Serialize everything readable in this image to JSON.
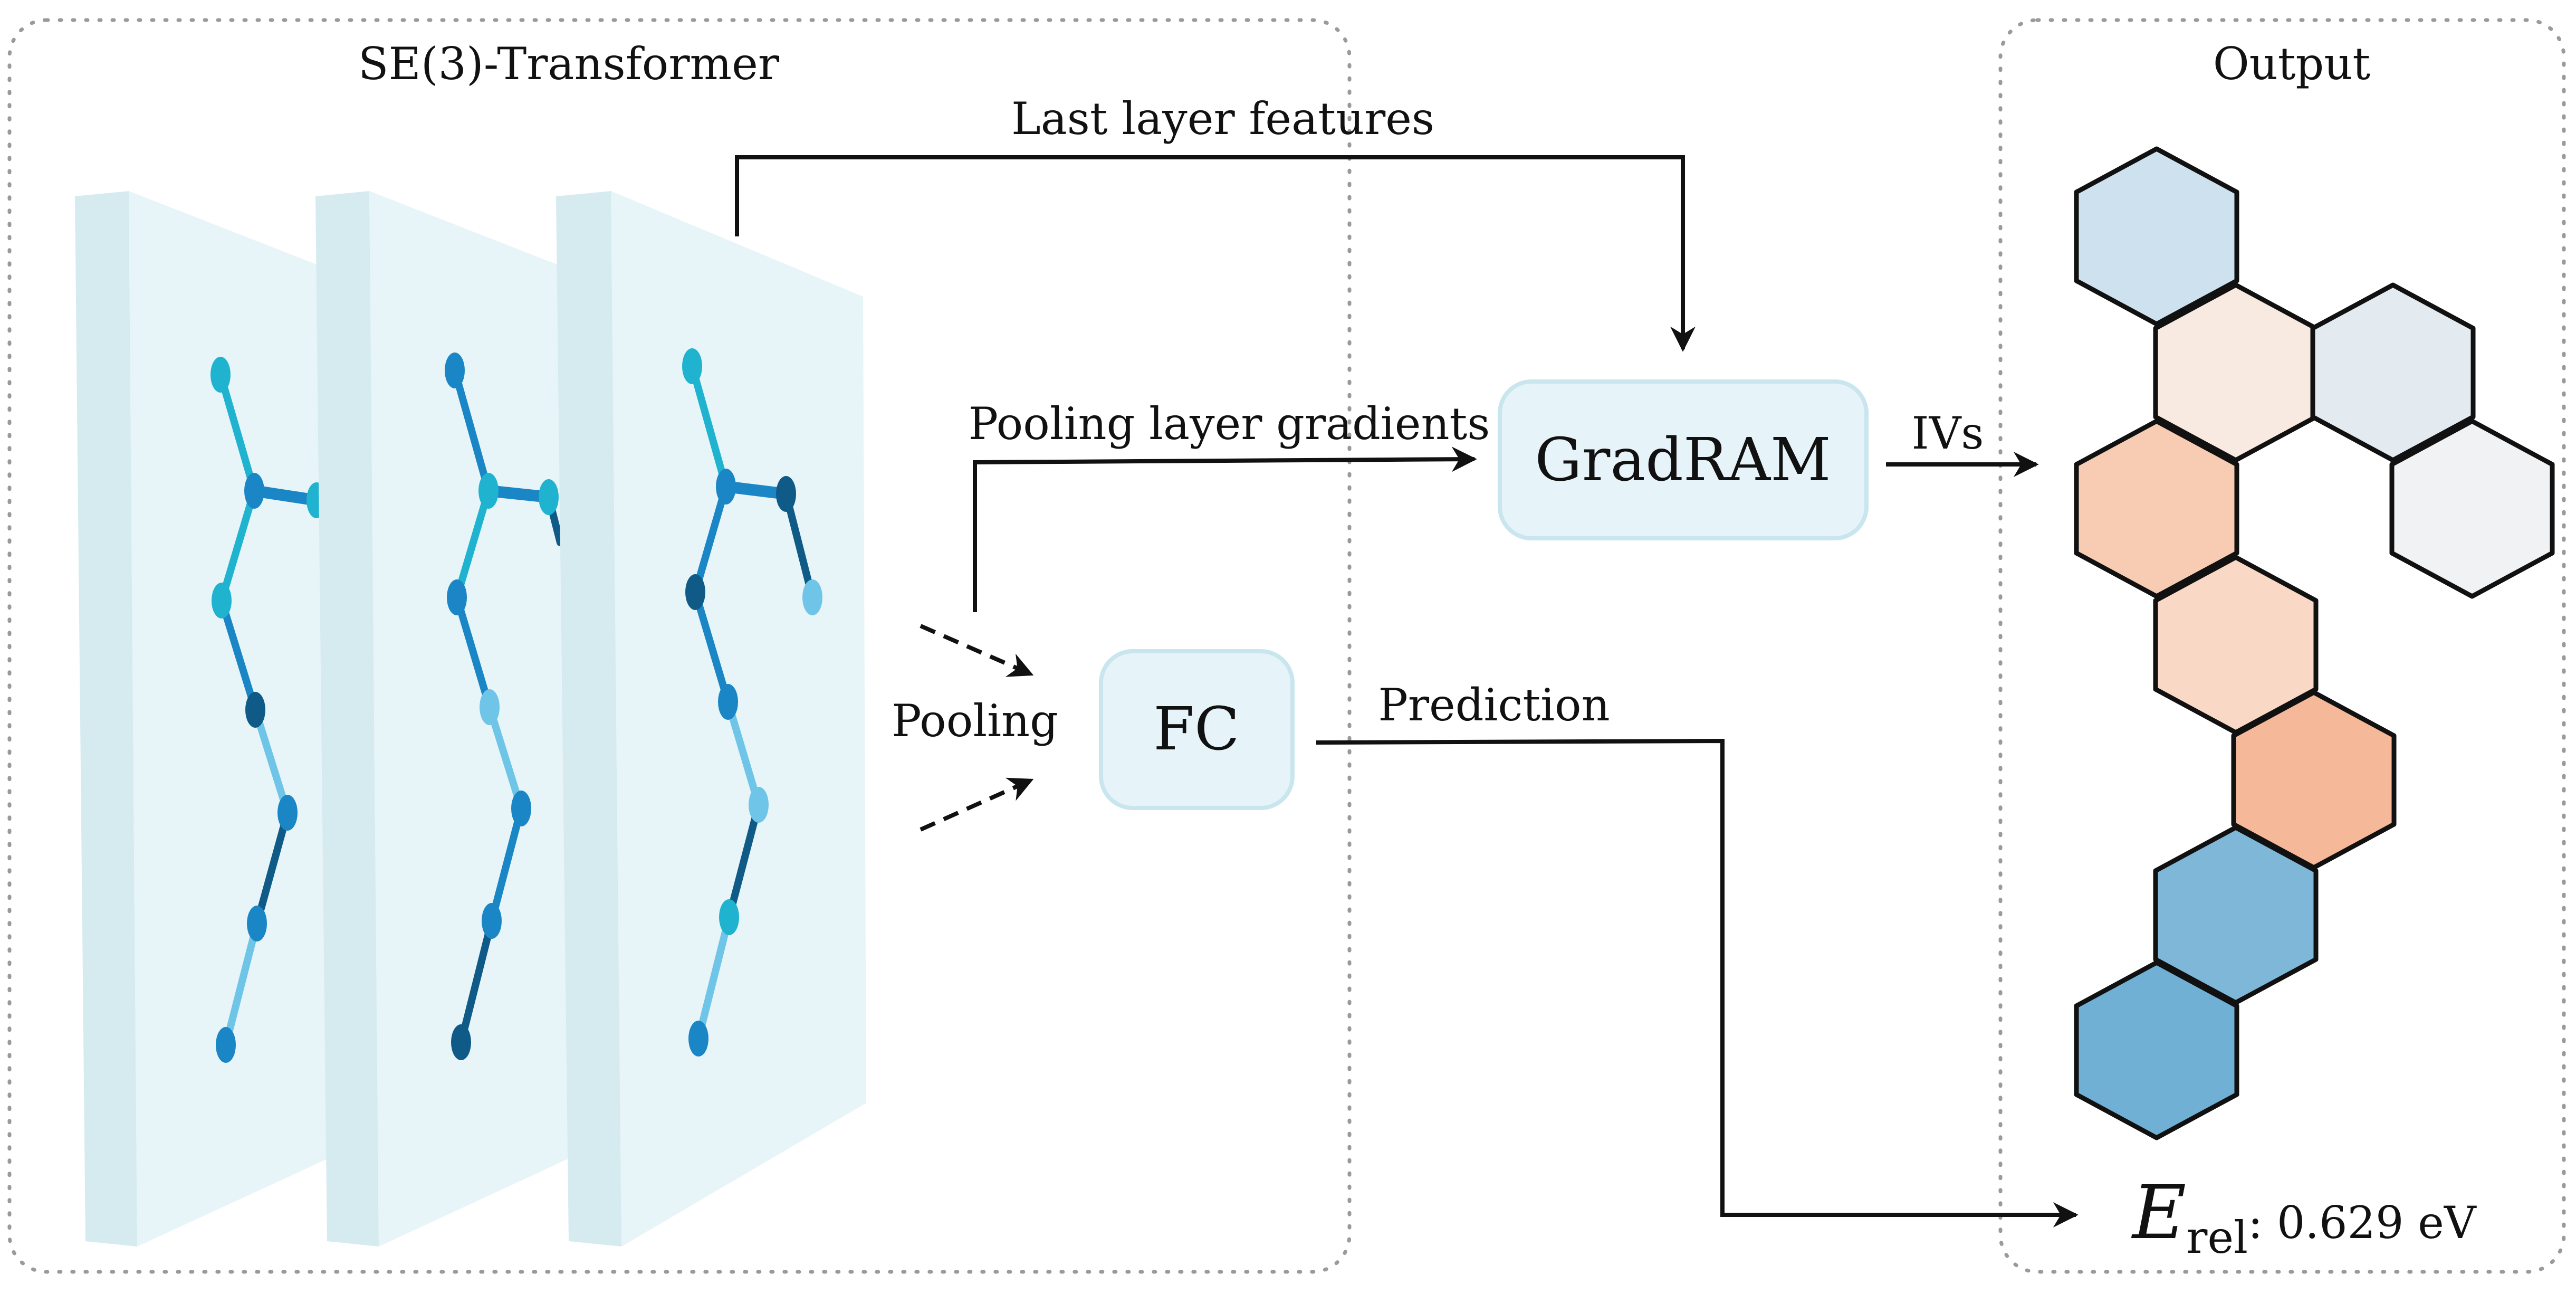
{
  "groups": {
    "encoder_title": "SE(3)-Transformer",
    "output_title": "Output"
  },
  "labels": {
    "last_layer_features": "Last layer features",
    "pooling_layer_gradients": "Pooling layer gradients",
    "pooling": "Pooling",
    "ivs": "IVs",
    "prediction": "Prediction"
  },
  "boxes": {
    "gradram": "GradRAM",
    "fc": "FC"
  },
  "result": {
    "symbol": "E",
    "subscript": "rel",
    "value": ": 0.629 eV"
  },
  "colors": {
    "panel_face": "#e7f4f8",
    "panel_edge": "#d5ebf0",
    "box_fill": "#e6f3f8",
    "box_stroke": "#c9e6ee",
    "atom_palette": [
      "#1fb3cf",
      "#1a86c5",
      "#0f5a86",
      "#6fc5e8"
    ],
    "hex_colors": [
      "#cde2ee",
      "#f8e9e1",
      "#e3ebf1",
      "#f7ccb3",
      "#f1f2f4",
      "#f9d8c6",
      "#f5b99a",
      "#7fb7d8",
      "#70b0d4"
    ]
  }
}
